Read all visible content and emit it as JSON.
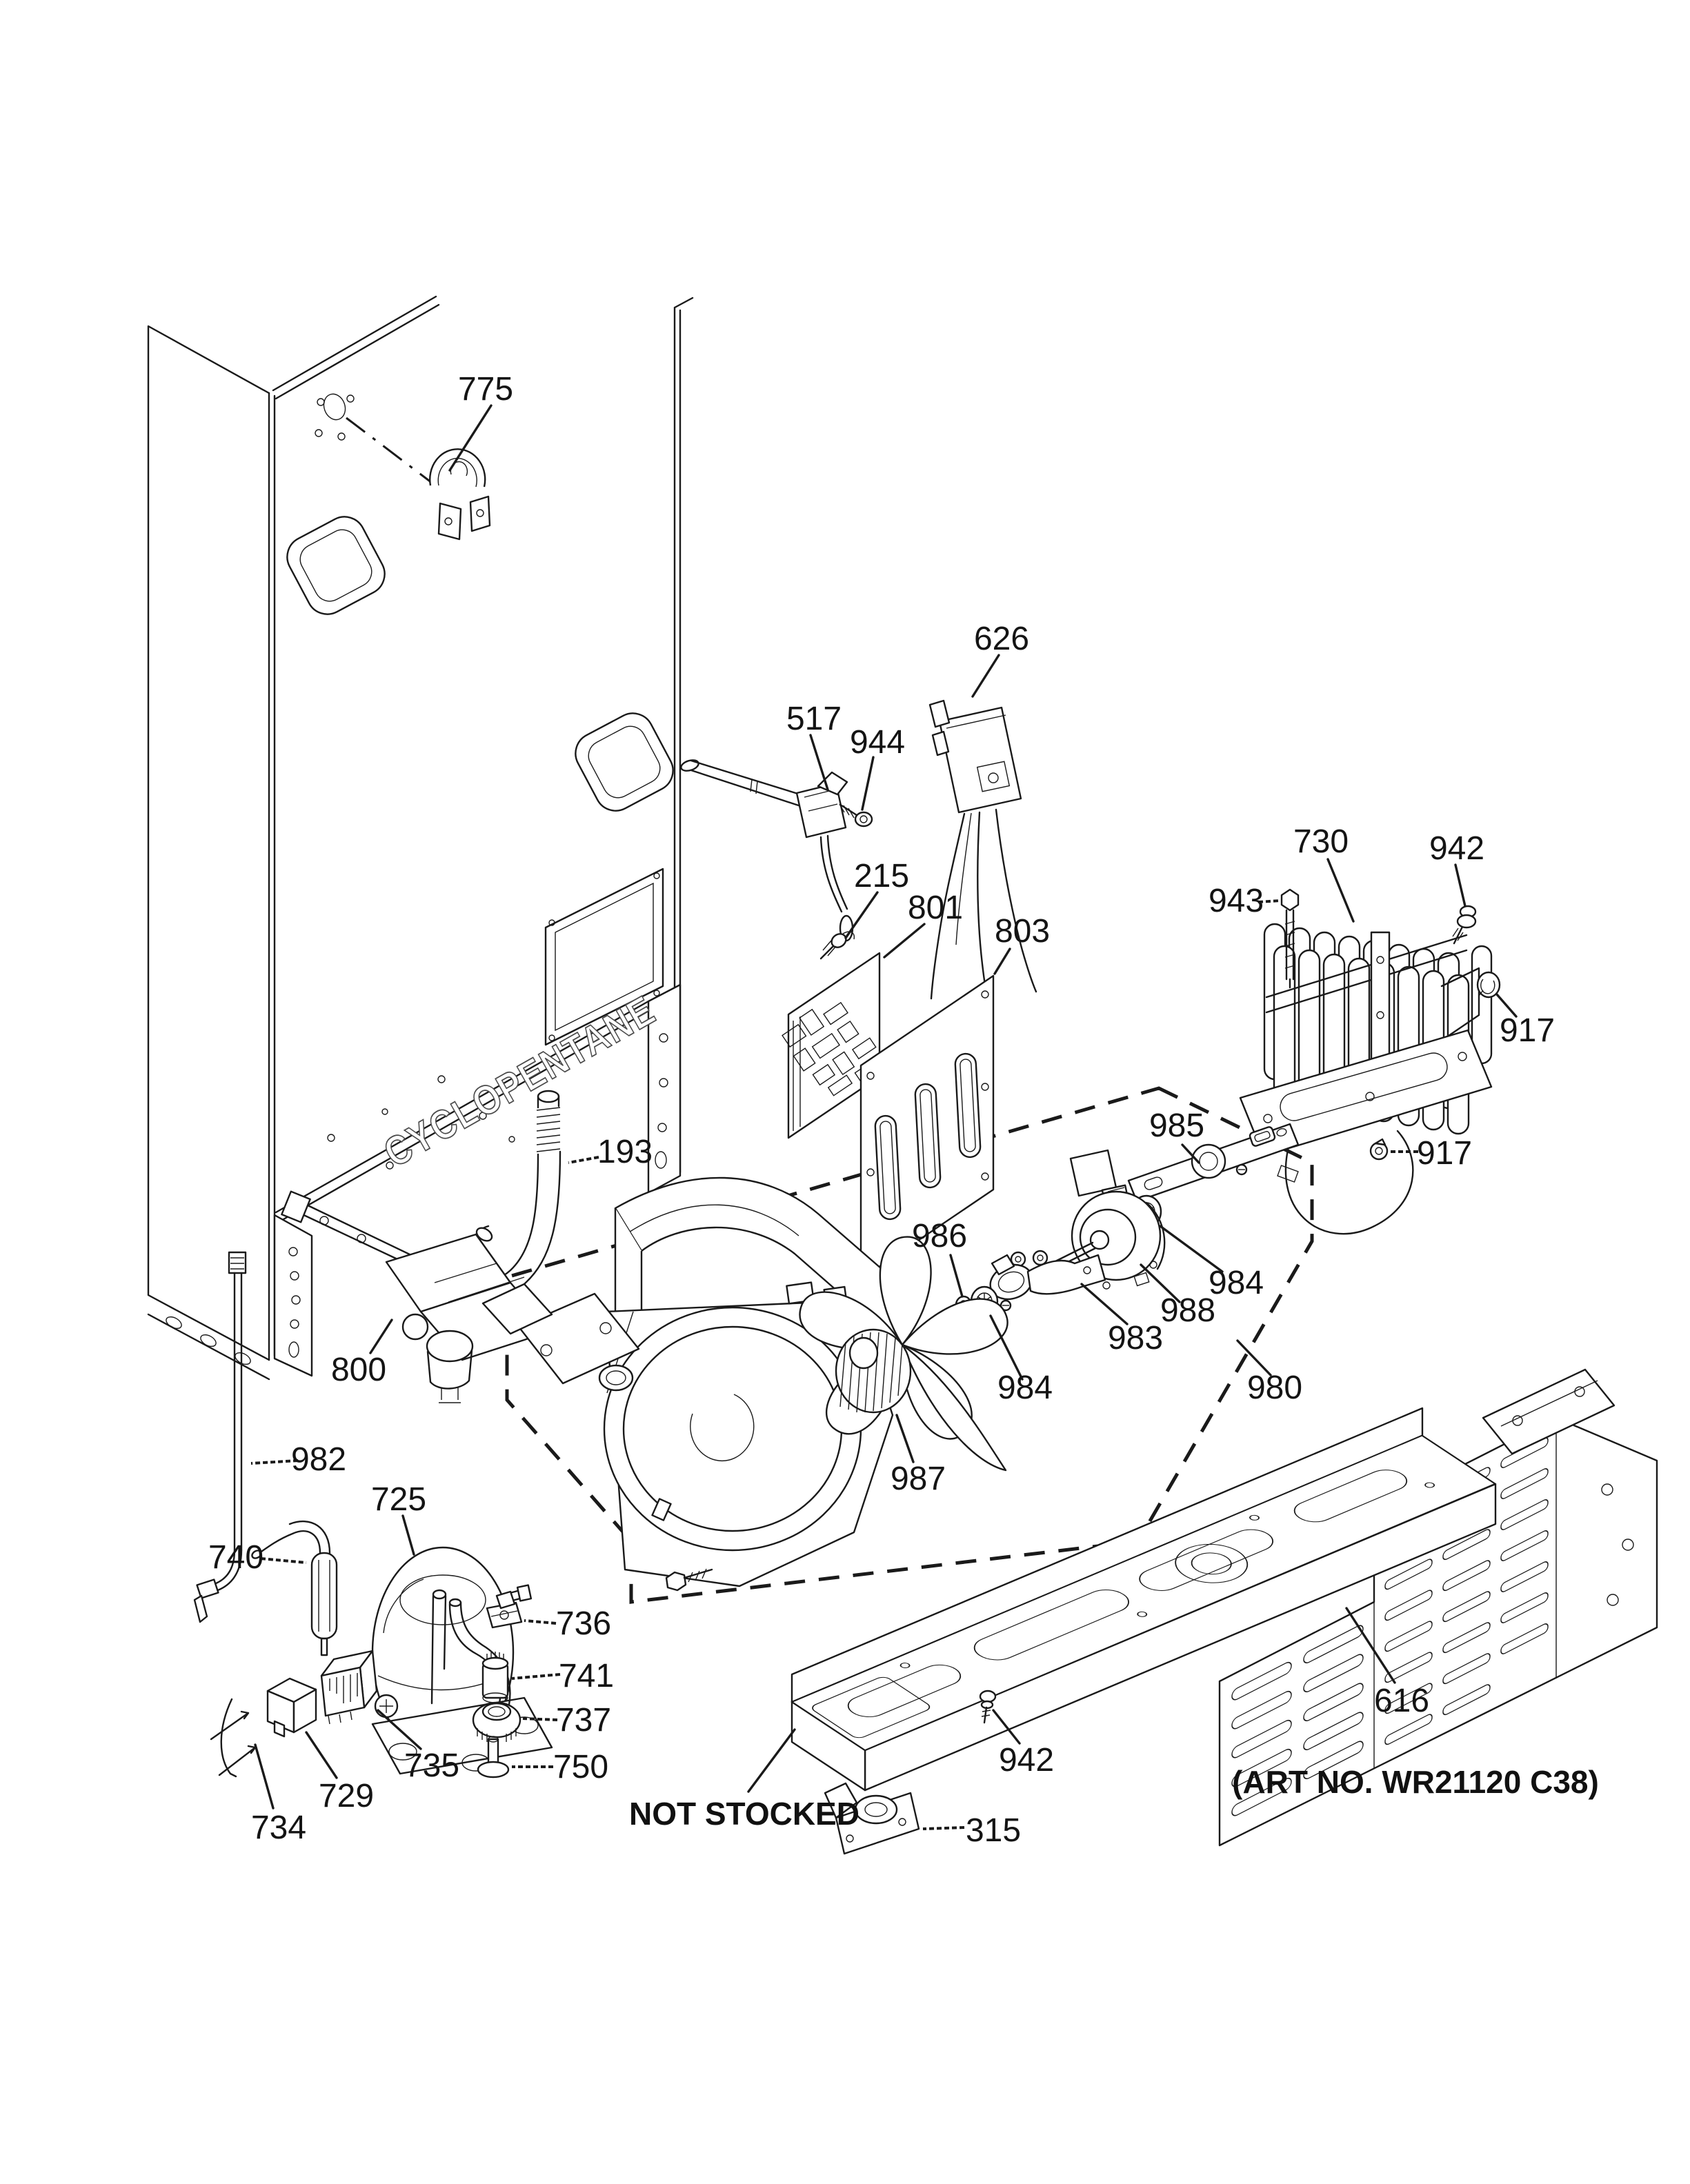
{
  "colors": {
    "line": "#1a1a1a",
    "background": "#ffffff"
  },
  "annotations": {
    "not_stocked": "NOT STOCKED",
    "cabinet_marking": "CYCLOPENTANE"
  },
  "footer": {
    "art_no": "(ART NO. WR21120 C38)"
  },
  "part_labels": {
    "p775": "775",
    "p517": "517",
    "p944": "944",
    "p626": "626",
    "p215": "215",
    "p801": "801",
    "p803": "803",
    "p730": "730",
    "p942a": "942",
    "p943": "943",
    "p917a": "917",
    "p917b": "917",
    "p985": "985",
    "p986": "986",
    "p984a": "984",
    "p984b": "984",
    "p988": "988",
    "p983": "983",
    "p980": "980",
    "p987": "987",
    "p193": "193",
    "p800": "800",
    "p982": "982",
    "p725": "725",
    "p740": "740",
    "p736": "736",
    "p741": "741",
    "p737": "737",
    "p750": "750",
    "p735": "735",
    "p729": "729",
    "p734": "734",
    "p315": "315",
    "p942b": "942",
    "p616": "616"
  }
}
